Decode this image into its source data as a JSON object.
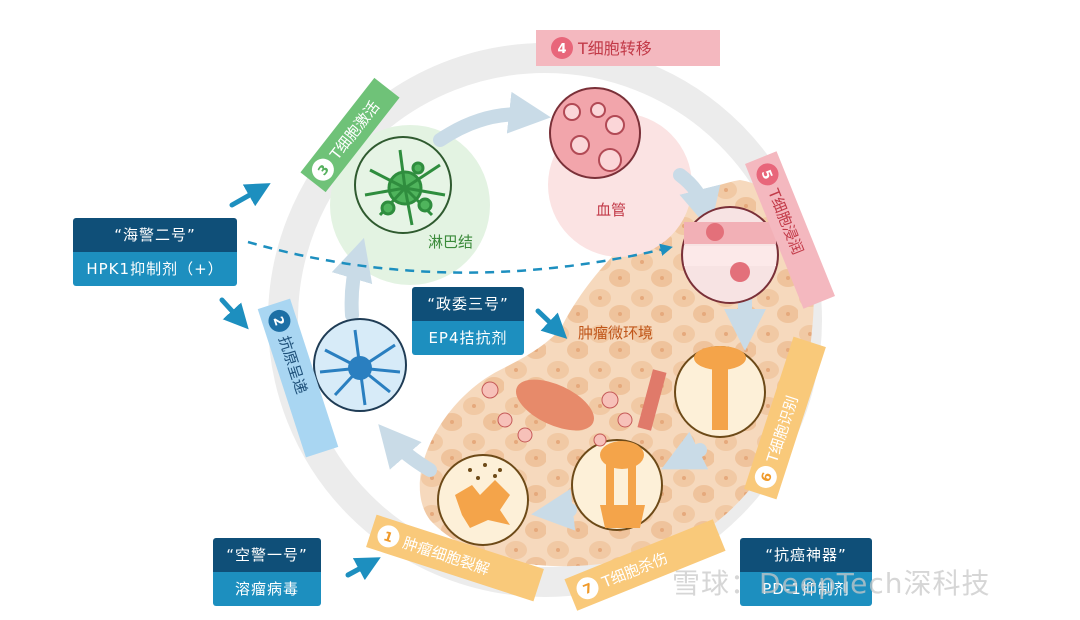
{
  "stages": [
    {
      "num": "1",
      "label": "肿瘤细胞裂解",
      "color": "#f6b24a"
    },
    {
      "num": "2",
      "label": "抗原呈递",
      "color": "#3a9bd5"
    },
    {
      "num": "3",
      "label": "T细胞激活",
      "color": "#56b05e"
    },
    {
      "num": "4",
      "label": "T细胞转移",
      "color": "#e8667a"
    },
    {
      "num": "5",
      "label": "T细胞浸润",
      "color": "#e8667a"
    },
    {
      "num": "6",
      "label": "T细胞识别",
      "color": "#f6b24a"
    },
    {
      "num": "7",
      "label": "T细胞杀伤",
      "color": "#f6b24a"
    }
  ],
  "labels": {
    "lymph_node": "淋巴结",
    "blood_vessel": "血管",
    "tumor_env": "肿瘤微环境"
  },
  "drugs": [
    {
      "name": "“海警二号”",
      "desc": "HPK1抑制剂（+）"
    },
    {
      "name": "“政委三号”",
      "desc": "EP4拮抗剂"
    },
    {
      "name": "“空警一号”",
      "desc": "溶瘤病毒"
    },
    {
      "name": "“抗癌神器”",
      "desc": "PD-1抑制剂"
    }
  ],
  "watermark": "雪球：DeepTech深科技",
  "colors": {
    "navy": "#0f4f78",
    "blue": "#1d8fbf",
    "arrow": "#1d8fbf"
  }
}
